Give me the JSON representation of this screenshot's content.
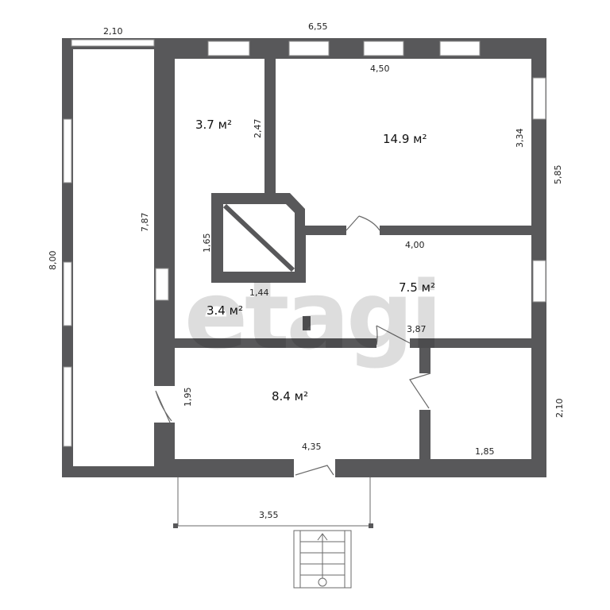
{
  "watermark": "etagi",
  "rooms": {
    "room_a": "3.7 м²",
    "room_b": "14.9 м²",
    "room_c": "7.5 м²",
    "room_d": "3.4 м²",
    "room_e": "8.4 м²"
  },
  "dimensions": {
    "top_left_width": "2,10",
    "top_total_width": "6,55",
    "top_room_width": "4,50",
    "left_total_height": "8,00",
    "inner_left_height": "7,87",
    "small_room_height": "2,47",
    "right_room_height": "3,34",
    "right_total_height": "5,85",
    "chimney_height": "1,65",
    "chimney_width": "1,44",
    "mid_room_width": "4,00",
    "mid_room_bottom": "3,87",
    "entry_height": "1,95",
    "entry_width": "4,35",
    "right_small_height": "2,10",
    "right_small_width": "1,85",
    "porch_width": "3,55"
  }
}
